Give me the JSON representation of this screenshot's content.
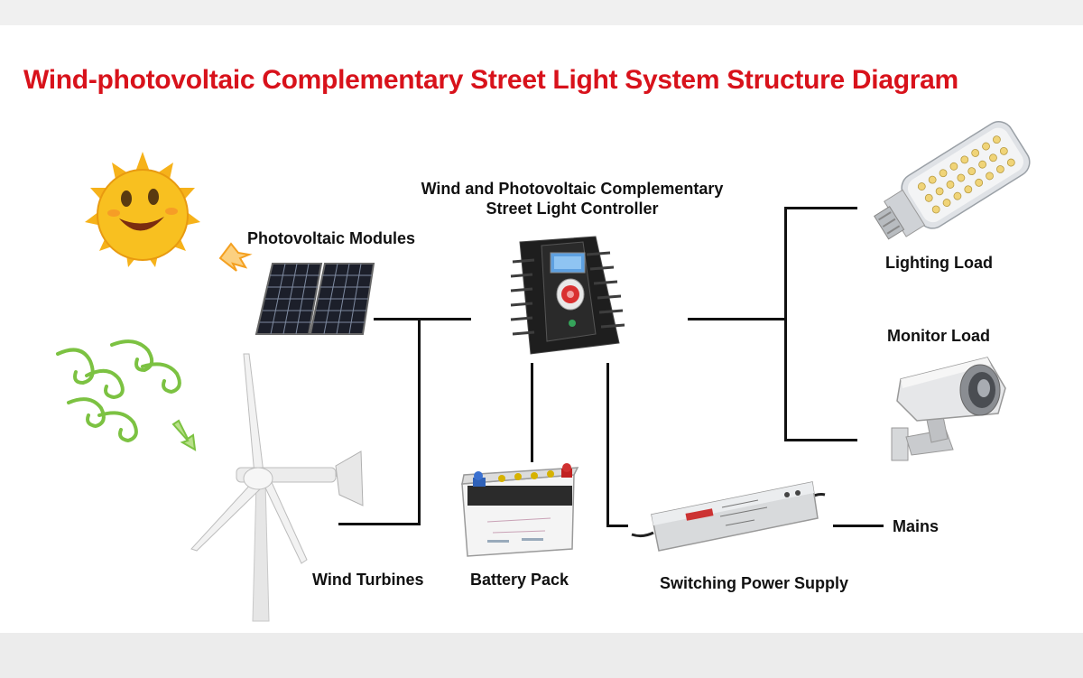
{
  "title": "Wind-photovoltaic Complementary Street Light System Structure Diagram",
  "labels": {
    "controller_line1": "Wind and Photovoltaic Complementary",
    "controller_line2": "Street Light Controller",
    "pv_modules": "Photovoltaic Modules",
    "wind_turbines": "Wind Turbines",
    "battery_pack": "Battery Pack",
    "switching_power_supply": "Switching Power Supply",
    "mains": "Mains",
    "lighting_load": "Lighting Load",
    "monitor_load": "Monitor Load"
  },
  "colors": {
    "title": "#d8121b",
    "sun": "#f6b21a",
    "wind": "#7cc242",
    "arrow": "#f4b13c",
    "wire": "#111111"
  },
  "icons": [
    "sun-icon",
    "sunlight-arrow-icon",
    "wind-swirl-icon",
    "wind-arrow-icon",
    "solar-panel-icon",
    "wind-turbine-icon",
    "controller-icon",
    "battery-icon",
    "power-supply-icon",
    "led-lamp-icon",
    "cctv-camera-icon"
  ]
}
